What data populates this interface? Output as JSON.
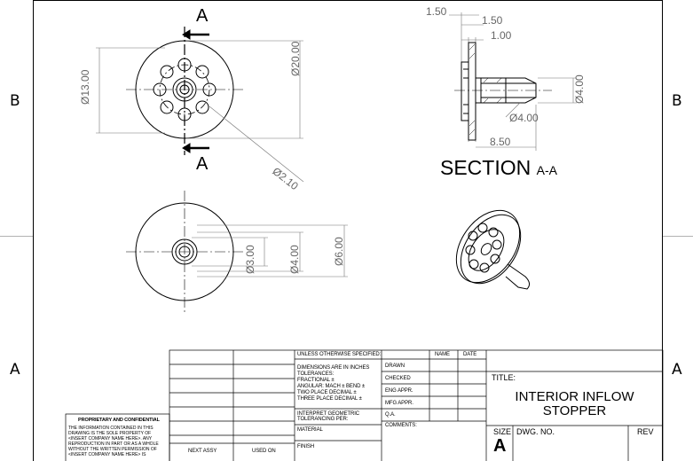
{
  "zones": {
    "left_b": "B",
    "right_b": "B",
    "left_a": "A",
    "right_a": "A"
  },
  "section": {
    "cut_label_top": "A",
    "cut_label_bottom": "A",
    "title_main": "SECTION",
    "title_sub": "A-A"
  },
  "dimensions": {
    "top_view_d13": "Ø13.00",
    "top_view_d20": "Ø20.00",
    "top_view_d2_10": "Ø2.10",
    "section_1_50_a": "1.50",
    "section_1_50_b": "1.50",
    "section_1_00": "1.00",
    "section_d4_h": "Ø4.00",
    "section_d4_v": "Ø4.00",
    "section_8_50": "8.50",
    "bottom_d3": "Ø3.00",
    "bottom_d4": "Ø4.00",
    "bottom_d6": "Ø6.00"
  },
  "title_block": {
    "unless": "UNLESS OTHERWISE SPECIFIED:",
    "name_col": "NAME",
    "date_col": "DATE",
    "dims_in": "DIMENSIONS ARE IN INCHES",
    "tolerances": "TOLERANCES:",
    "fractional": "FRACTIONAL ±",
    "angular": "ANGULAR: MACH ±    BEND ±",
    "two_place": "TWO PLACE DECIMAL    ±",
    "three_place": "THREE PLACE DECIMAL  ±",
    "interpret": "INTERPRET GEOMETRIC",
    "tolerancing": "TOLERANCING PER:",
    "material": "MATERIAL",
    "finish": "FINISH",
    "drawn": "DRAWN",
    "checked": "CHECKED",
    "eng_appr": "ENG APPR.",
    "mfg_appr": "MFG APPR.",
    "qa": "Q.A.",
    "comments": "COMMENTS:",
    "title_label": "TITLE:",
    "title_line1": "INTERIOR INFLOW",
    "title_line2": "STOPPER",
    "size_label": "SIZE",
    "size_value": "A",
    "dwg_no": "DWG.  NO.",
    "rev": "REV",
    "next_assy": "NEXT ASSY",
    "used_on": "USED ON"
  },
  "proprietary": {
    "heading": "PROPRIETARY AND CONFIDENTIAL",
    "line1": "THE INFORMATION CONTAINED IN THIS",
    "line2": "DRAWING IS THE SOLE PROPERTY OF",
    "line3": "<INSERT COMPANY NAME HERE>.  ANY",
    "line4": "REPRODUCTION IN PART OR AS A WHOLE",
    "line5": "WITHOUT THE WRITTEN PERMISSION OF",
    "line6": "<INSERT COMPANY NAME HERE> IS"
  }
}
